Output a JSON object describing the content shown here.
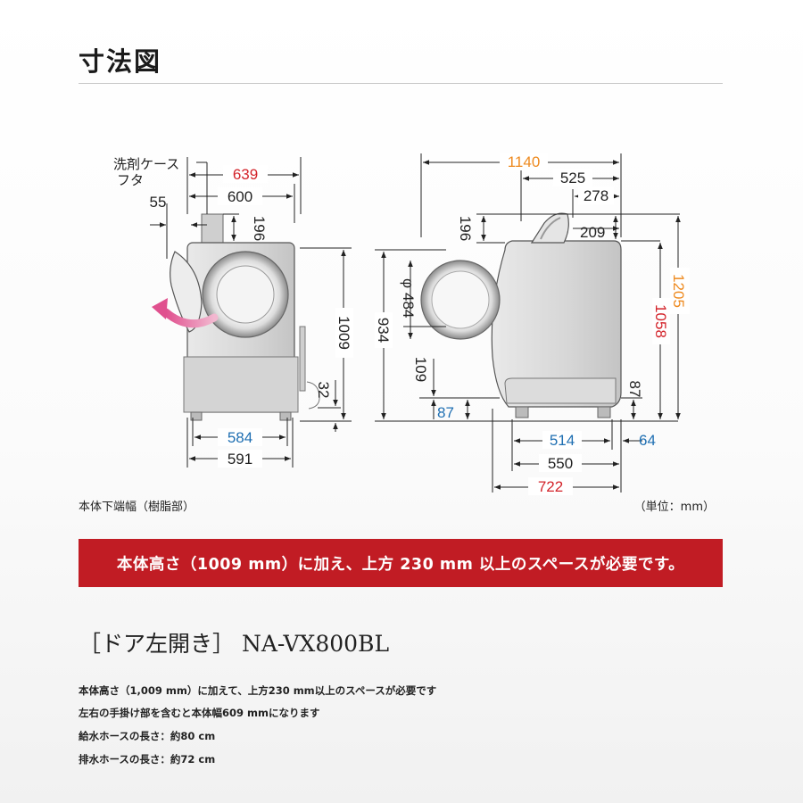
{
  "header": {
    "title": "寸法図"
  },
  "diagram": {
    "front": {
      "case_label_line1": "洗剤ケース",
      "case_label_line2": "フタ",
      "dims": {
        "top_width": "639",
        "body_width": "600",
        "offset": "55",
        "case_height": "196",
        "height": "1009",
        "foot_height": "32",
        "base_inner": "584",
        "base_outer": "591"
      }
    },
    "side": {
      "dims": {
        "depth_open": "1140",
        "depth_525": "525",
        "depth_278": "278",
        "lid_height": "196",
        "lid_209": "209",
        "diameter": "484",
        "door_center": "934",
        "door_bottom": "109",
        "base_87_left": "87",
        "height_1058": "1058",
        "height_1205": "1205",
        "base_87_right": "87",
        "base_514": "514",
        "base_64": "64",
        "base_550": "550",
        "depth_722": "722"
      },
      "diameter_prefix": "φ"
    },
    "colors": {
      "red": "#d3232a",
      "orange": "#ee8a1f",
      "blue": "#1f6fb2",
      "black": "#222222",
      "arrow": "#e0508e"
    }
  },
  "notes": {
    "base_note": "本体下端幅（樹脂部）",
    "unit_note": "（単位：mm）"
  },
  "banner": {
    "text": "本体高さ（1009 mm）に加え、上方 230 mm 以上のスペースが必要です。"
  },
  "model": {
    "title": "［ドア左開き］ NA-VX800BL"
  },
  "specs": [
    "本体高さ（1,009 mm）に加えて、上方230 mm以上のスペースが必要です",
    "左右の手掛け部を含むと本体幅609 mmになります",
    "給水ホースの長さ：約80 cm",
    "排水ホースの長さ：約72 cm"
  ]
}
